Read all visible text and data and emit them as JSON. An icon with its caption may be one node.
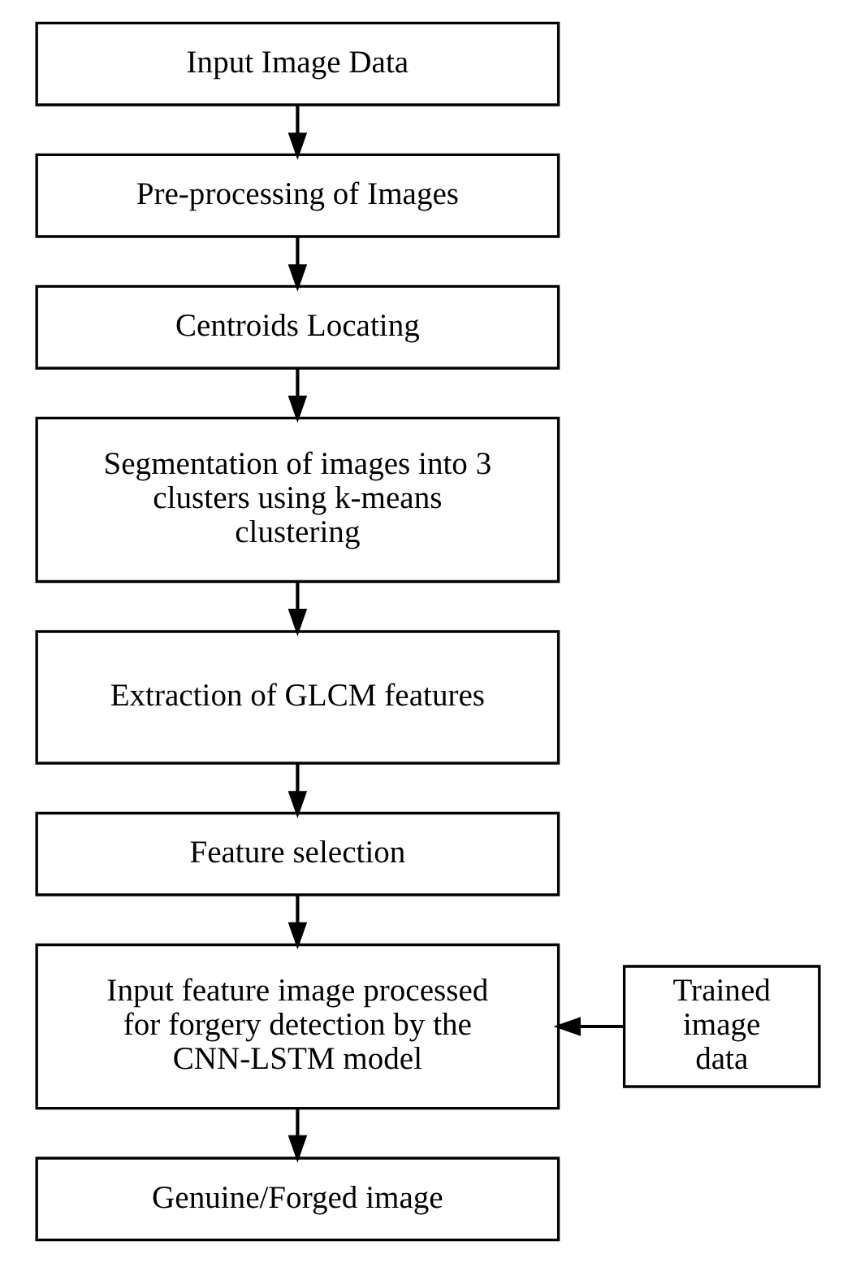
{
  "diagram": {
    "nodes": [
      {
        "text": [
          "Input Image Data"
        ]
      },
      {
        "text": [
          "Pre-processing of Images"
        ]
      },
      {
        "text": [
          "Centroids Locating"
        ]
      },
      {
        "text": [
          "Segmentation of images into 3 clusters using k-means clustering"
        ]
      },
      {
        "text": [
          "Extraction of GLCM features"
        ]
      },
      {
        "text": [
          "Feature selection"
        ]
      },
      {
        "text": [
          "Trained image data"
        ]
      },
      {
        "text": [
          "Input feature image processed for forgery detection by the CNN-LSTM model"
        ]
      },
      {
        "text": [
          "Genuine/Forged image"
        ]
      }
    ],
    "edges": [
      {
        "from": 0,
        "to": 1,
        "arrow": "to"
      },
      {
        "from": 1,
        "to": 2,
        "arrow": "to"
      },
      {
        "from": 2,
        "to": 3,
        "arrow": "to"
      },
      {
        "from": 3,
        "to": 4,
        "arrow": "to"
      },
      {
        "from": 4,
        "to": 5,
        "arrow": "to"
      },
      {
        "from": 5,
        "to": 7,
        "arrow": "to"
      },
      {
        "from": 6,
        "to": 7,
        "arrow": "to"
      },
      {
        "from": 7,
        "to": 8,
        "arrow": "to"
      }
    ]
  }
}
